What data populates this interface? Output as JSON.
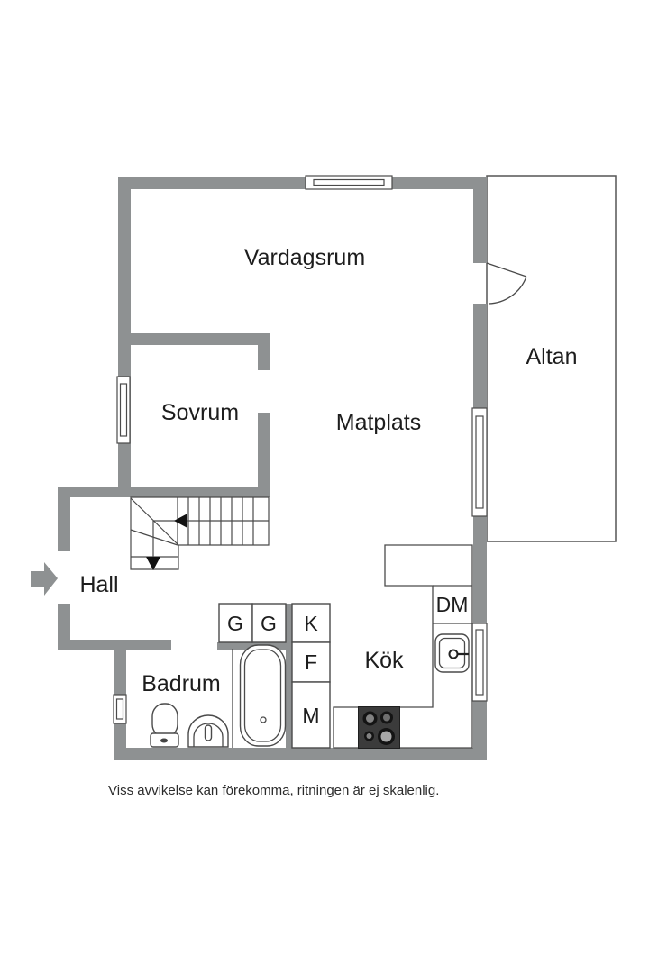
{
  "colors": {
    "page_bg": "#ffffff",
    "wall": "#8e9192",
    "outline": "#4a4a4a",
    "text": "#1d1d1d",
    "stove": "#3b3b3b",
    "disclaimer": "#2b2b2b"
  },
  "floor_plan": {
    "rooms": {
      "vardagsrum": "Vardagsrum",
      "sovrum": "Sovrum",
      "matplats": "Matplats",
      "altan": "Altan",
      "hall": "Hall",
      "badrum": "Badrum",
      "kok": "Kök"
    },
    "appliances": {
      "dm": "DM",
      "g1": "G",
      "g2": "G",
      "k": "K",
      "f": "F",
      "m": "M"
    },
    "disclaimer": "Viss avvikelse kan förekomma, ritningen är ej skalenlig."
  }
}
